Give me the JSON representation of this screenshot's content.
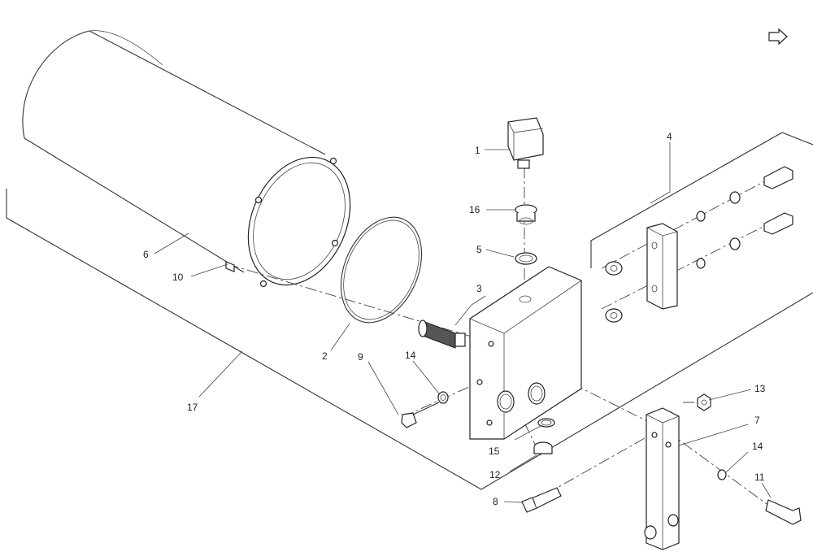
{
  "diagram": {
    "callouts": [
      {
        "id": "c1",
        "text": "1"
      },
      {
        "id": "c2",
        "text": "2"
      },
      {
        "id": "c3",
        "text": "3"
      },
      {
        "id": "c4",
        "text": "4"
      },
      {
        "id": "c5",
        "text": "5"
      },
      {
        "id": "c6",
        "text": "6"
      },
      {
        "id": "c7",
        "text": "7"
      },
      {
        "id": "c8",
        "text": "8"
      },
      {
        "id": "c9",
        "text": "9"
      },
      {
        "id": "c10",
        "text": "10"
      },
      {
        "id": "c11",
        "text": "11"
      },
      {
        "id": "c12",
        "text": "12"
      },
      {
        "id": "c13",
        "text": "13"
      },
      {
        "id": "c14a",
        "text": "14"
      },
      {
        "id": "c14b",
        "text": "14"
      },
      {
        "id": "c15",
        "text": "15"
      },
      {
        "id": "c16",
        "text": "16"
      },
      {
        "id": "c17",
        "text": "17"
      }
    ],
    "orientation_icon": "view-direction-arrow-icon"
  }
}
